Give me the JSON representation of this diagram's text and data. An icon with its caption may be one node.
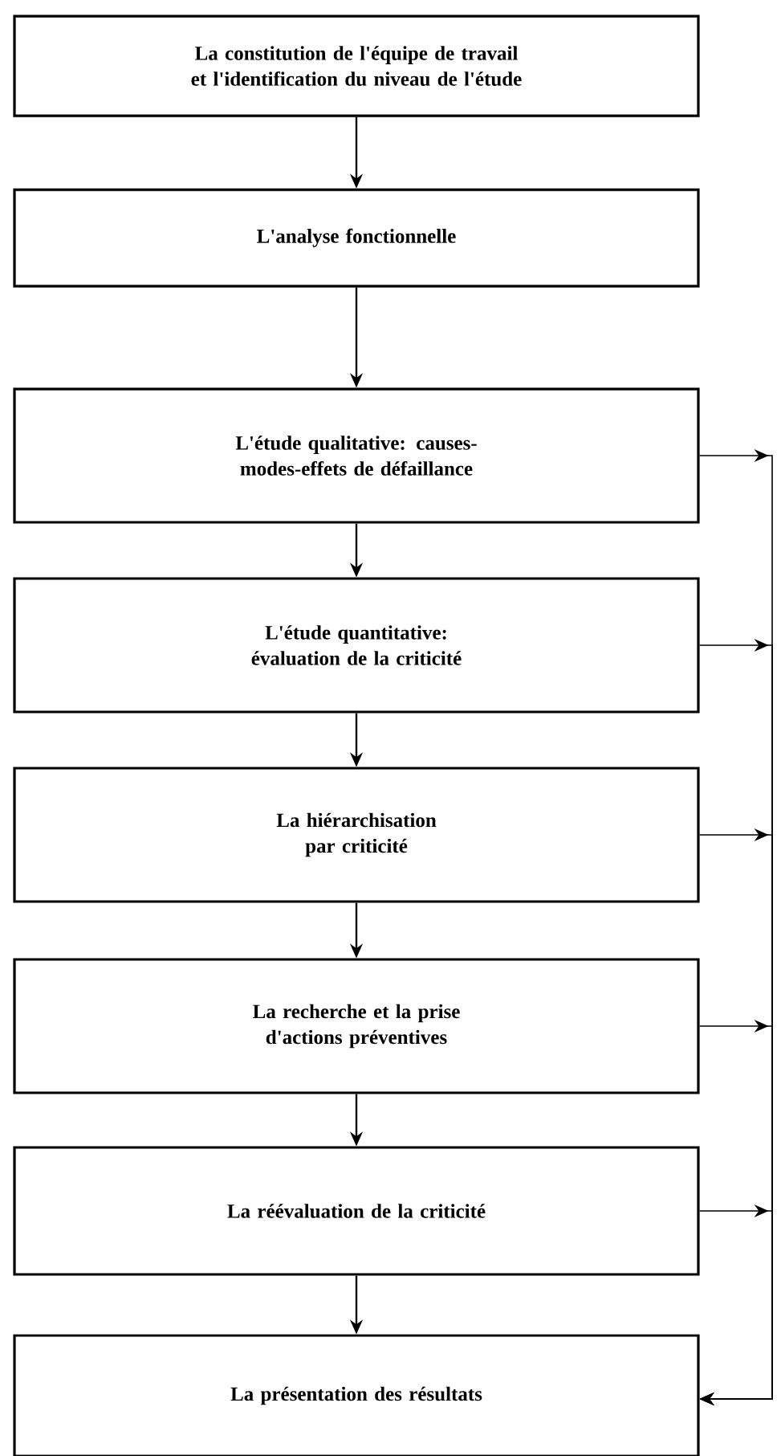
{
  "diagram": {
    "nodes": [
      {
        "text": [
          "La constitution de l'équipe de travail et l'identification du niveau de l'étude"
        ]
      },
      {
        "text": [
          "L'analyse fonctionnelle"
        ]
      },
      {
        "text": [
          "L'étude qualitative: causes-modes-effets de défaillance"
        ]
      },
      {
        "text": [
          "L'étude quantitative: évaluation de la criticité"
        ]
      },
      {
        "text": [
          "La hiérarchisation par criticité"
        ]
      },
      {
        "text": [
          "La recherche et la prise d'actions préventives"
        ]
      },
      {
        "text": [
          "La réévaluation de la criticité"
        ]
      },
      {
        "text": [
          "La présentation des résultats"
        ]
      }
    ],
    "edges": [
      {
        "from": 0,
        "to": 1,
        "arrow": "to"
      },
      {
        "from": 1,
        "to": 2,
        "arrow": "to"
      },
      {
        "from": 2,
        "to": 3,
        "arrow": "to"
      },
      {
        "from": 3,
        "to": 4,
        "arrow": "to"
      },
      {
        "from": 4,
        "to": 5,
        "arrow": "to"
      },
      {
        "from": 5,
        "to": 6,
        "arrow": "to"
      },
      {
        "from": 6,
        "to": 7,
        "arrow": "to"
      },
      {
        "from": 2,
        "to": 7,
        "arrow": "to"
      },
      {
        "from": 3,
        "to": 7,
        "arrow": "to"
      },
      {
        "from": 4,
        "to": 7,
        "arrow": "to"
      },
      {
        "from": 5,
        "to": 7,
        "arrow": "to"
      },
      {
        "from": 6,
        "to": 7,
        "arrow": "to"
      }
    ]
  }
}
